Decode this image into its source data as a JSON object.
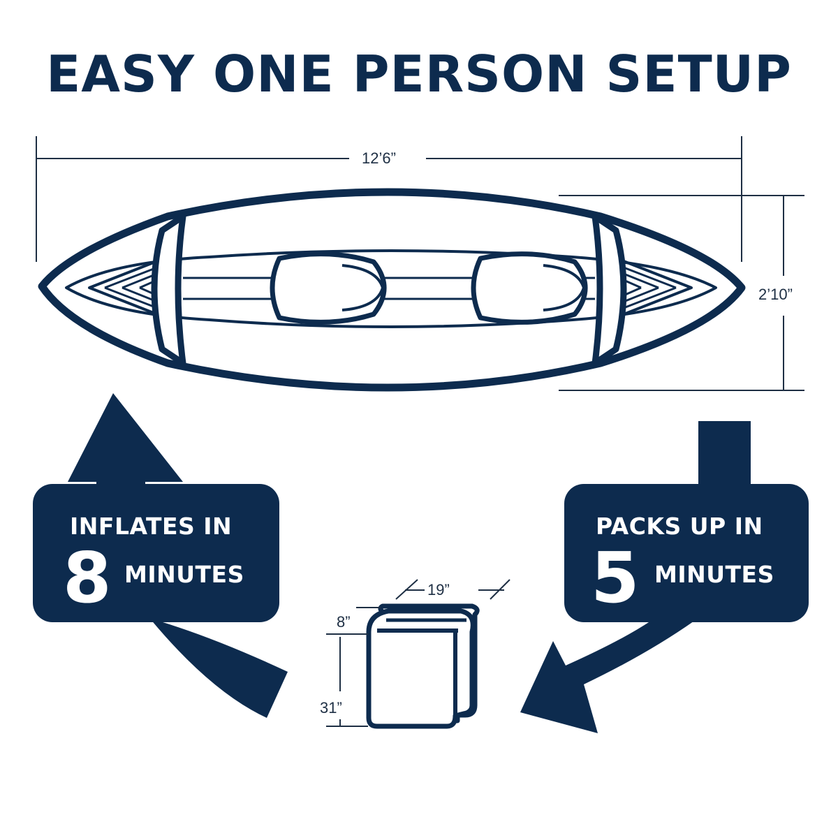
{
  "title": "EASY ONE PERSON SETUP",
  "colors": {
    "navy": "#0d2b4e",
    "line": "#1e2f44",
    "background": "#ffffff"
  },
  "dimensions": {
    "length": "12’6”",
    "width": "2’10”",
    "bag_width": "19”",
    "bag_depth": "8”",
    "bag_height": "31”"
  },
  "inflate": {
    "line1": "INFLATES IN",
    "number": "8",
    "unit": "MINUTES"
  },
  "pack": {
    "line1": "PACKS UP IN",
    "number": "5",
    "unit": "MINUTES"
  },
  "icons": [
    "kayak-illustration",
    "arrow-up-icon",
    "arrow-down-icon",
    "carry-bag-illustration"
  ]
}
